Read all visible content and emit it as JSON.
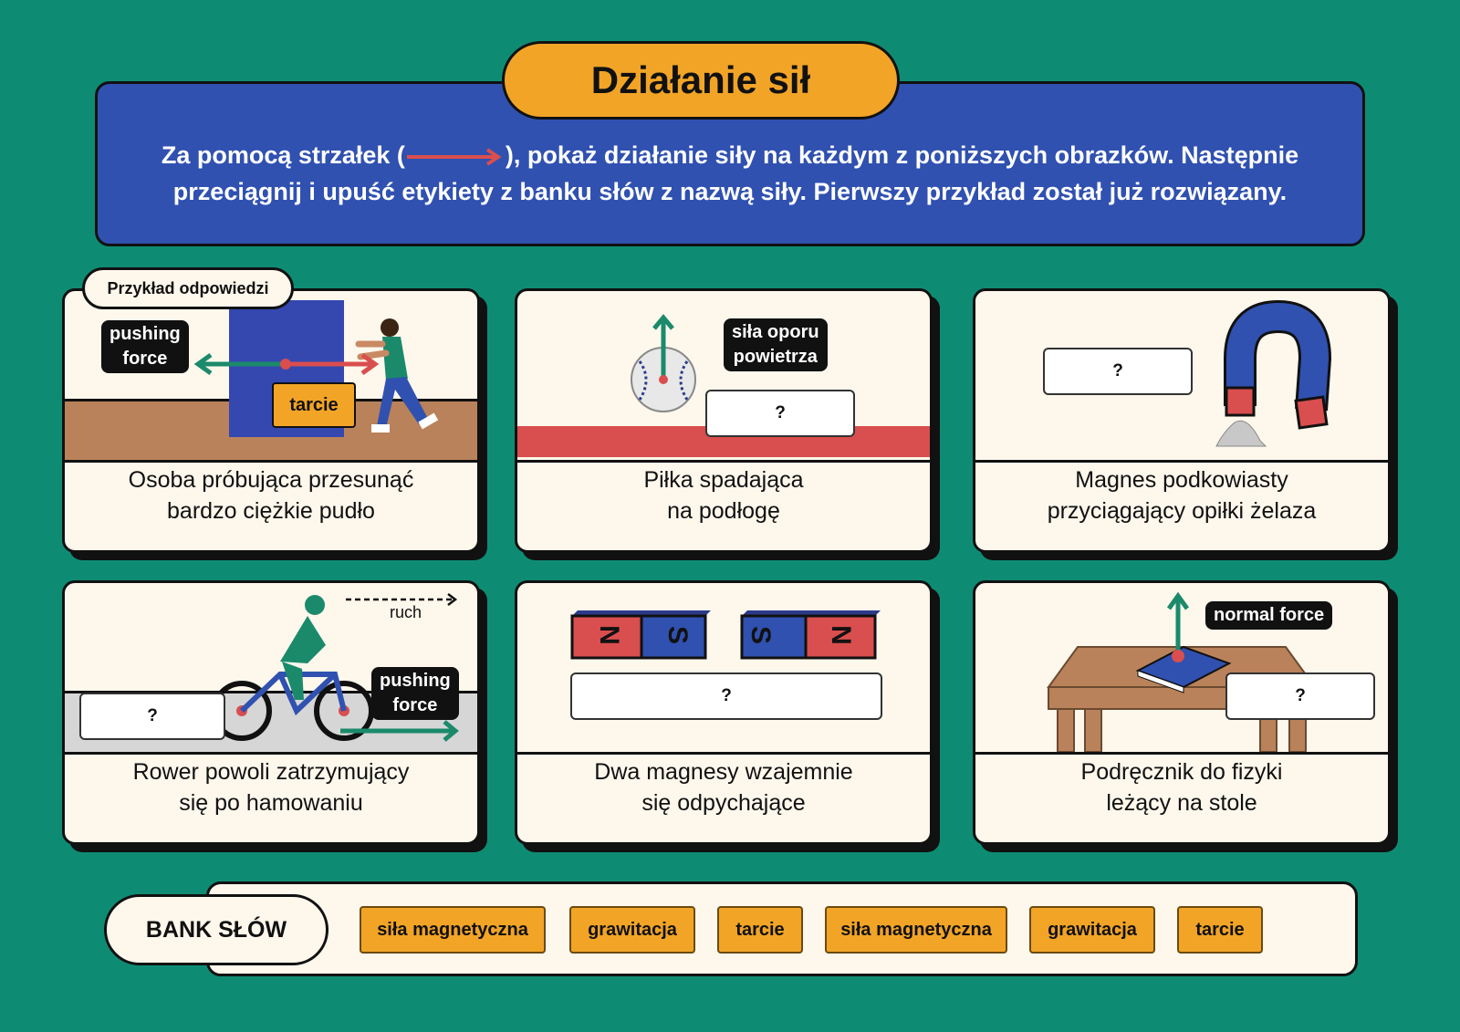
{
  "title": "Działanie sił",
  "instruction": {
    "before_arrow": "Za pomocą strzałek (",
    "after_arrow": "), pokaż działanie siły na każdym z poniższych obrazków. Następnie przeciągnij i upuść etykiety z banku słów z nazwą siły. Pierwszy przykład został już rozwiązany."
  },
  "example_label": "Przykład odpowiedzi",
  "placeholder": "?",
  "cards": [
    {
      "caption_line1": "Osoba próbująca przesunąć",
      "caption_line2": "bardzo ciężkie pudło",
      "labels": [
        "pushing\nforce",
        "tarcie"
      ]
    },
    {
      "caption_line1": "Piłka spadająca",
      "caption_line2": "na podłogę",
      "labels": [
        "siła oporu\npowietrza"
      ]
    },
    {
      "caption_line1": "Magnes podkowiasty",
      "caption_line2": "przyciągający opiłki żelaza",
      "labels": []
    },
    {
      "caption_line1": "Rower powoli zatrzymujący",
      "caption_line2": "się po hamowaniu",
      "labels": [
        "pushing\nforce"
      ],
      "motion_label": "ruch"
    },
    {
      "caption_line1": "Dwa magnesy wzajemnie",
      "caption_line2": "się odpychające",
      "labels": [],
      "magnet_letters": [
        "N",
        "S",
        "S",
        "N"
      ]
    },
    {
      "caption_line1": "Podręcznik do fizyki",
      "caption_line2": "leżący na stole",
      "labels": [
        "normal force"
      ]
    }
  ],
  "word_bank": {
    "label": "BANK SŁÓW",
    "items": [
      "siła magnetyczna",
      "grawitacja",
      "tarcie",
      "siła magnetyczna",
      "grawitacja",
      "tarcie"
    ]
  },
  "colors": {
    "background": "#0e8c73",
    "header": "#3051b0",
    "accent": "#f2a427",
    "arrow_red": "#d94e4e",
    "arrow_green": "#1b8a6b",
    "card": "#fdf7ec"
  }
}
